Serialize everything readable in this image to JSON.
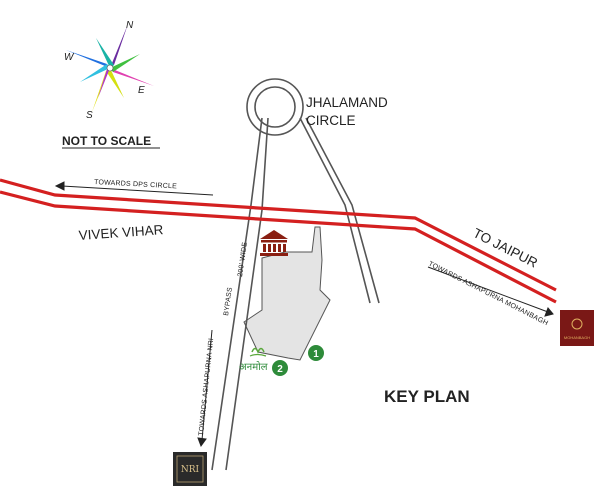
{
  "compass": {
    "n": "N",
    "e": "E",
    "s": "S",
    "w": "W",
    "icon": "compass-rose-icon"
  },
  "scale_note": "NOT TO SCALE",
  "places": {
    "circle_line1": "JHALAMAND",
    "circle_line2": "CIRCLE",
    "vivek_vihar": "VIVEK VIHAR",
    "to_jaipur": "TO JAIPUR"
  },
  "directions": {
    "dps_circle": "TOWARDS DPS CIRCLE",
    "mohanbagh": "TOWARDS ASHAPURNA MOHANBAGH",
    "nri": "TOWARDS ASHAPURNA NRI"
  },
  "roads": {
    "bypass": "BYPASS",
    "width": "200' WIDE"
  },
  "markers": [
    "1",
    "2"
  ],
  "anmol_label": "अनमोल",
  "key_plan": "KEY PLAN",
  "logos": {
    "nri_text": "NRI",
    "mohanbagh_text": "MOHANBAGH"
  },
  "colors": {
    "road_red": "#d42020",
    "marker_green": "#2e8b3a",
    "plot_fill": "#e4e4e4",
    "landmark_brown": "#8a1f12",
    "logo_dark": "#2a2a2a",
    "logo_maroon": "#7a1816"
  }
}
